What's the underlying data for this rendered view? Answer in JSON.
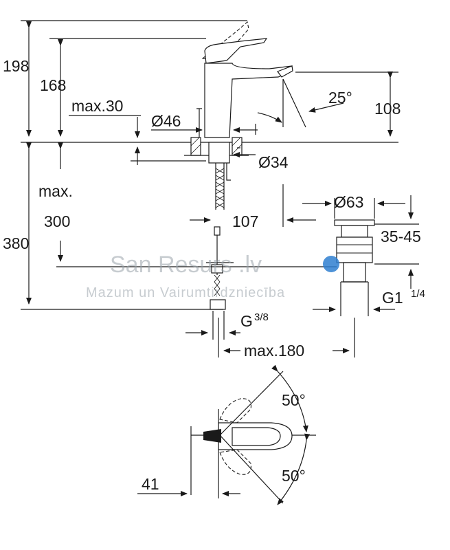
{
  "dimensions": {
    "h198": "198",
    "h168": "168",
    "max30": "max.30",
    "dia46": "Ø46",
    "angle25": "25°",
    "h108": "108",
    "dia34": "Ø34",
    "max_word": "max.",
    "h300": "300",
    "h380": "380",
    "w107": "107",
    "dia63": "Ø63",
    "r3545": "35-45",
    "g1": "G1",
    "g1_frac": "1/4",
    "g38": "G",
    "g38_frac": "3/8",
    "max180": "max.180",
    "angle50_top": "50°",
    "angle50_bottom": "50°",
    "w41": "41"
  },
  "watermark": {
    "brand": "San Resurs .lv",
    "tagline": "Mazum un Vairumtirdzniecība"
  },
  "colors": {
    "line": "#1a1a1a",
    "watermark": "#9aa3ab",
    "drop_blue": "#2f7fd0"
  }
}
